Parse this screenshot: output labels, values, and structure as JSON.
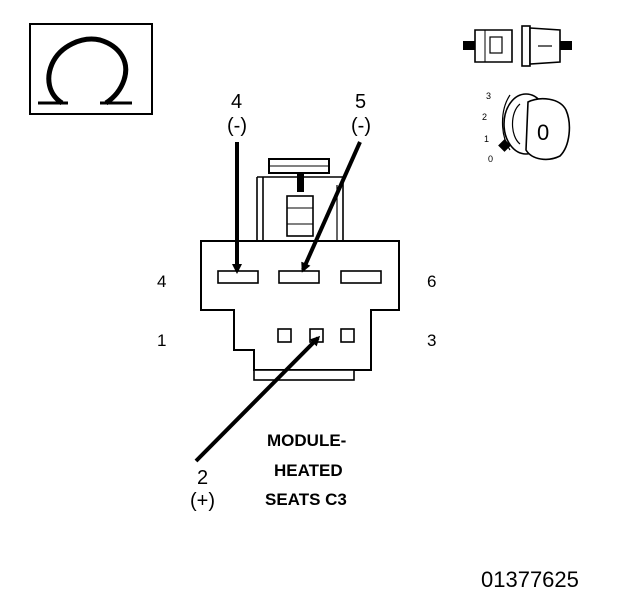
{
  "symbols": {
    "ohm_icon": "ohm-symbol",
    "connector_icon": "connector-disconnected",
    "ignition_icon": "ignition-key-off"
  },
  "ignition": {
    "positions": [
      "3",
      "2",
      "1",
      "0"
    ],
    "key_label": "0"
  },
  "pointers": [
    {
      "pin": "4",
      "polarity": "(-)"
    },
    {
      "pin": "5",
      "polarity": "(-)"
    },
    {
      "pin": "2",
      "polarity": "(+)"
    }
  ],
  "connector": {
    "side_labels": {
      "top_left": "4",
      "top_right": "6",
      "bottom_left": "1",
      "bottom_right": "3"
    }
  },
  "caption": [
    "MODULE-",
    "HEATED",
    "SEATS C3"
  ],
  "figure_id": "01377625",
  "colors": {
    "line": "#000000",
    "background": "#ffffff"
  }
}
